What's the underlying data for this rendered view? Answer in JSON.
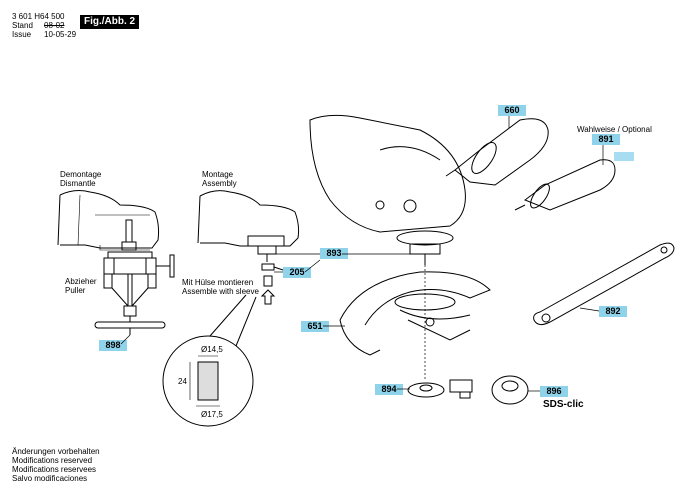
{
  "header": {
    "doc_number": "3 601 H64 500",
    "stand_label": "Stand",
    "issue_label": "Issue",
    "old_date": "08-02",
    "new_date": "10-05-29",
    "figure_label": "Fig./Abb. 2"
  },
  "left_panel": {
    "demontage_de": "Demontage",
    "demontage_en": "Dismantle",
    "montage_de": "Montage",
    "montage_en": "Assembly",
    "puller_de": "Abzieher",
    "puller_en": "Puller",
    "sleeve_de": "Mit Hülse montieren",
    "sleeve_en": "Assemble with sleeve",
    "dim_top": "Ø14,5",
    "dim_side": "24",
    "dim_bottom": "Ø17,5"
  },
  "optional": {
    "de_en": "Wahlweise / Optional"
  },
  "parts": {
    "p660": "660",
    "p891": "891",
    "p893": "893",
    "p205": "205",
    "p651": "651",
    "p892": "892",
    "p898": "898",
    "p894": "894",
    "p896": "896"
  },
  "sds": "SDS-clic",
  "footer": {
    "line1": "Änderungen vorbehalten",
    "line2": "Modifications reserved",
    "line3": "Modifications reservees",
    "line4": "Salvo modificaciones"
  },
  "colors": {
    "label_bg": "#8fd3ea",
    "badge_bg": "#000000"
  }
}
